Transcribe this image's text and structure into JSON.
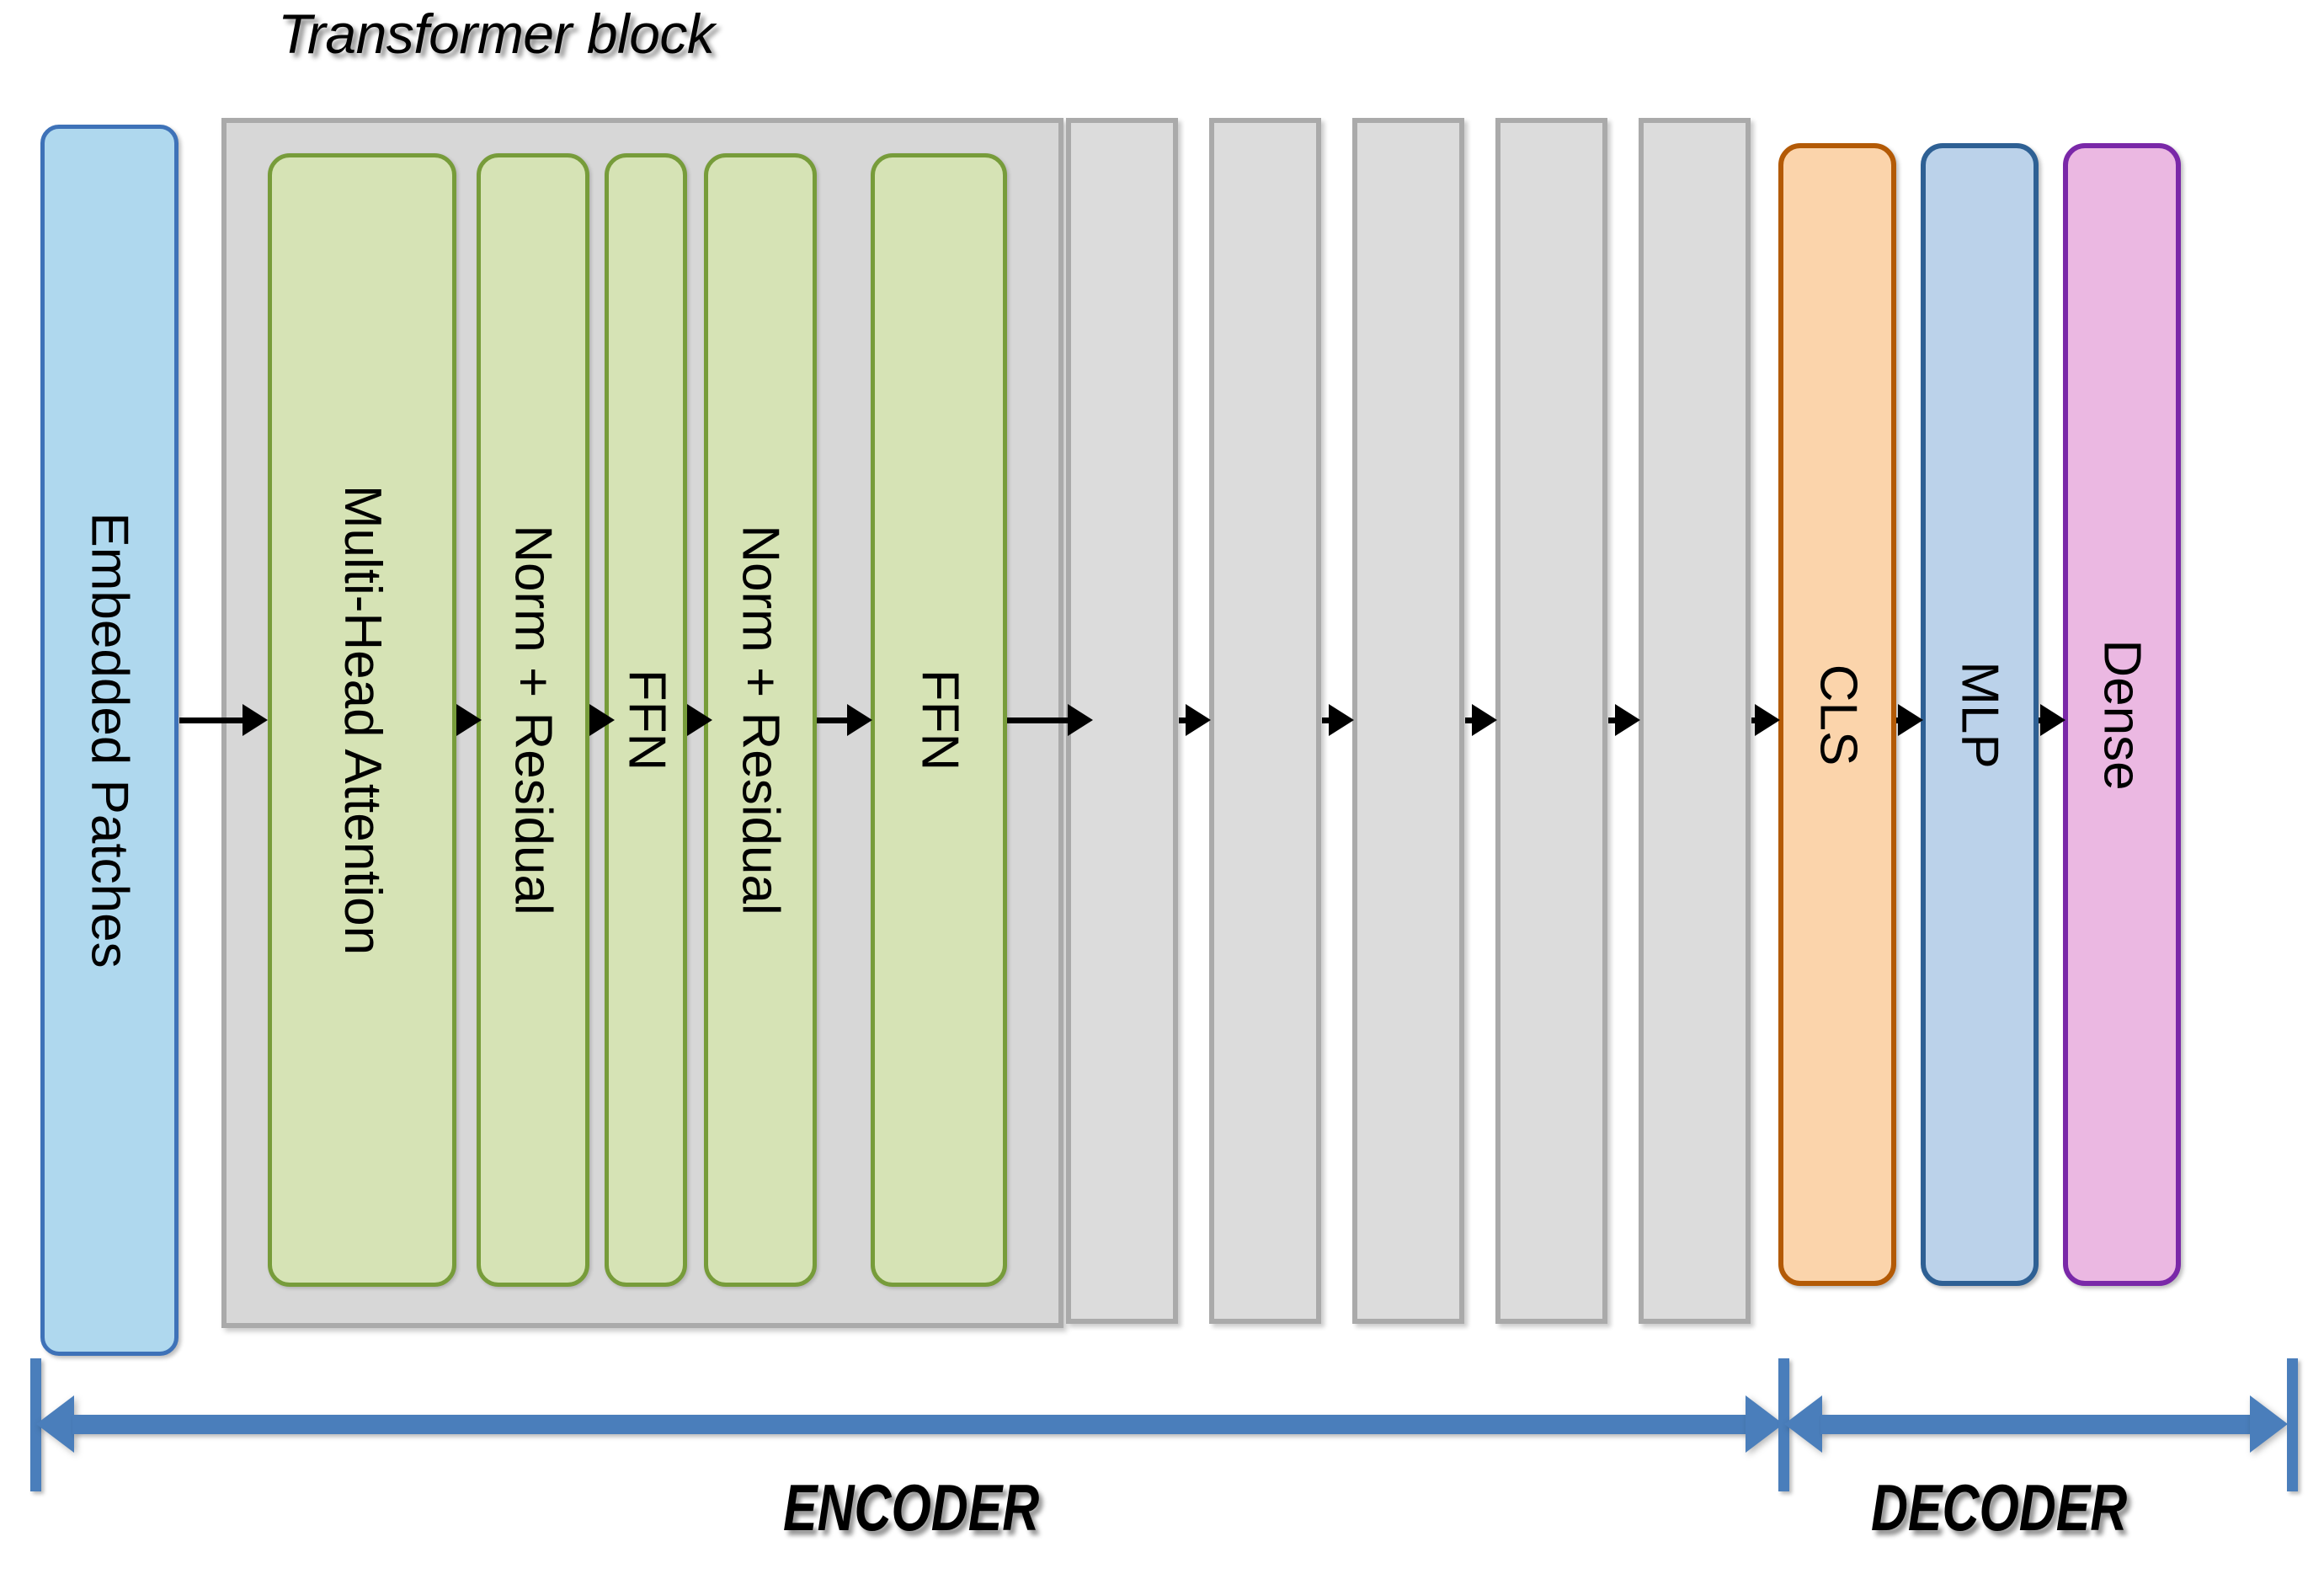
{
  "diagram": {
    "title": "Transformer block",
    "input": {
      "label": "Embedded Patches",
      "fill": "#AFD8EE",
      "stroke": "#3E72B8"
    },
    "transformer_block": {
      "container_fill": "#D7D7D7",
      "container_stroke": "#AAAAAA",
      "layer_fill": "#D6E3B5",
      "layer_stroke": "#779C3A",
      "layers": [
        {
          "label": "Multi-Head Attention"
        },
        {
          "label": "Norm + Residual"
        },
        {
          "label": "FFN"
        },
        {
          "label": "Norm + Residual"
        },
        {
          "label": "FFN"
        }
      ]
    },
    "repeated_blocks": {
      "count": 5,
      "fill": "#DCDCDC",
      "stroke": "#AAAAAA",
      "label": ""
    },
    "decoder_blocks": [
      {
        "label": "CLS",
        "fill": "#FBD4AB",
        "stroke": "#B35A06"
      },
      {
        "label": "MLP",
        "fill": "#BBD2EA",
        "stroke": "#2E6094"
      },
      {
        "label": "Dense",
        "fill": "#EBB8E2",
        "stroke": "#7A28A8"
      }
    ],
    "spans": [
      {
        "label": "ENCODER",
        "color": "#4A7EBB"
      },
      {
        "label": "DECODER",
        "color": "#4A7EBB"
      }
    ],
    "arrow_color": "#000000"
  }
}
